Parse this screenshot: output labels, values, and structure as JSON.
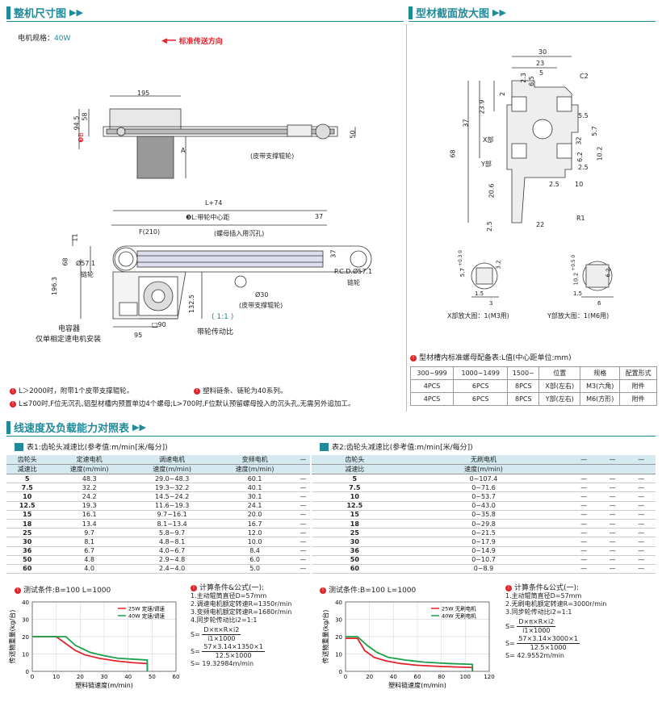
{
  "section1": {
    "title": "整机尺寸图"
  },
  "section2": {
    "title": "型材截面放大图"
  },
  "section3": {
    "title": "线速度及负载能力对照表"
  },
  "motor_spec": {
    "label": "电机规格：",
    "value": "40W"
  },
  "direction_label": "标准传送方向",
  "top_view": {
    "d195": "195",
    "d94_5": "94.5",
    "d58": "58",
    "b_label": "❸B",
    "d50": "50",
    "a_label": "A",
    "idler_label": "(皮带支撑辊轮)"
  },
  "side_view": {
    "l74": "L+74",
    "l_label": "❸L:带轮中心距",
    "d37a": "37",
    "d37b": "37",
    "f210": "F(210)",
    "screw_label": "(螺母插入用沉孔)",
    "d11": "11",
    "d68": "68",
    "d57": "Ø57.1",
    "wheel1": "链轮",
    "d196": "196.3",
    "pcd": "P.C.D.Ø57.1",
    "wheel2": "链轮",
    "d30": "Ø30",
    "idler2": "(皮带支撑辊轮)",
    "d132": "132.5",
    "d90": "□90",
    "d95": "95",
    "ratio": "( 1:1 )",
    "ratio_label": "带轮传动比",
    "cap_label": "电容器",
    "cap_note": "仅单相定速电机安装"
  },
  "notes": {
    "n1": "L＞2000时，附带1个皮带支撑辊轮。",
    "n2": "塑料链条、链轮为40系列。",
    "n3": "L≤700时,F位无沉孔,铝型材槽内预置单边4个螺母;L>700时,F位默认预留螺母投入的沉头孔,无需另外追加工。"
  },
  "profile": {
    "d30": "30",
    "d23": "23",
    "d5": "5",
    "d2_3": "2.3",
    "d6_5": "6.5",
    "c2": "C2",
    "d2": "2",
    "d23_9": "23.9",
    "d37": "37",
    "d68": "68",
    "d5_5": "5.5",
    "d5_7": "5.7",
    "d32": "32",
    "d10_2": "10.2",
    "d6_2": "6.2",
    "d2_5a": "2.5",
    "x_label": "X部",
    "y_label": "Y部",
    "d20_6": "20.6",
    "d2_5b": "2.5",
    "d10": "10",
    "d2_5c": "2.5",
    "d22": "22",
    "r1": "R1"
  },
  "xdetail": {
    "d5_7": "5.7",
    "tol": "+0.3 0",
    "d3_2": "3.2",
    "d1_5": "1.5",
    "d3": "3",
    "caption": "X部放大图：1(M3用)"
  },
  "ydetail": {
    "d10_2": "10.2",
    "tol": "+0.5 0",
    "d6_2": "6.2",
    "d1_5": "1.5",
    "d6": "6",
    "caption": "Y部放大图：1(M6用)"
  },
  "nut_table": {
    "title": "型材槽内标准螺母配备表:L值(中心距单位:mm)",
    "headers": [
      "300~999",
      "1000~1499",
      "1500~",
      "位置",
      "规格",
      "配置形式"
    ],
    "rows": [
      [
        "4PCS",
        "6PCS",
        "8PCS",
        "X部(左右)",
        "M3(六角)",
        "附件"
      ],
      [
        "4PCS",
        "6PCS",
        "8PCS",
        "Y部(左右)",
        "M6(方形)",
        "附件"
      ]
    ]
  },
  "table1": {
    "title": "表1:齿轮头减速比(参考值:m/min[米/每分])",
    "h1": [
      "齿轮头",
      "定速电机",
      "调速电机",
      "变频电机",
      "—"
    ],
    "h2": [
      "减速比",
      "速度(m/min)",
      "速度(m/min)",
      "速度(m/min)",
      ""
    ],
    "rows": [
      [
        "5",
        "48.3",
        "29.0~48.3",
        "60.1",
        "—"
      ],
      [
        "7.5",
        "32.2",
        "19.3~32.2",
        "40.1",
        "—"
      ],
      [
        "10",
        "24.2",
        "14.5~24.2",
        "30.1",
        "—"
      ],
      [
        "12.5",
        "19.3",
        "11.6~19.3",
        "24.1",
        "—"
      ],
      [
        "15",
        "16.1",
        "9.7~16.1",
        "20.0",
        "—"
      ],
      [
        "18",
        "13.4",
        "8.1~13.4",
        "16.7",
        "—"
      ],
      [
        "25",
        "9.7",
        "5.8~9.7",
        "12.0",
        "—"
      ],
      [
        "30",
        "8.1",
        "4.8~8.1",
        "10.0",
        "—"
      ],
      [
        "36",
        "6.7",
        "4.0~6.7",
        "8.4",
        "—"
      ],
      [
        "50",
        "4.8",
        "2.9~4.8",
        "6.0",
        "—"
      ],
      [
        "60",
        "4.0",
        "2.4~4.0",
        "5.0",
        "—"
      ]
    ]
  },
  "table2": {
    "title": "表2:齿轮头减速比(参考值:m/min[米/每分])",
    "h1": [
      "齿轮头",
      "无刷电机",
      "—",
      "—",
      "—"
    ],
    "h2": [
      "减速比",
      "速度(m/min)",
      "",
      "",
      ""
    ],
    "rows": [
      [
        "5",
        "0~107.4",
        "—",
        "—",
        "—"
      ],
      [
        "7.5",
        "0~71.6",
        "—",
        "—",
        "—"
      ],
      [
        "10",
        "0~53.7",
        "—",
        "—",
        "—"
      ],
      [
        "12.5",
        "0~43.0",
        "—",
        "—",
        "—"
      ],
      [
        "15",
        "0~35.8",
        "—",
        "—",
        "—"
      ],
      [
        "18",
        "0~29.8",
        "—",
        "—",
        "—"
      ],
      [
        "25",
        "0~21.5",
        "—",
        "—",
        "—"
      ],
      [
        "30",
        "0~17.9",
        "—",
        "—",
        "—"
      ],
      [
        "36",
        "0~14.9",
        "—",
        "—",
        "—"
      ],
      [
        "50",
        "0~10.7",
        "—",
        "—",
        "—"
      ],
      [
        "60",
        "0~8.9",
        "—",
        "—",
        "—"
      ]
    ]
  },
  "test1": {
    "label": "测试条件:B=100   L=1000"
  },
  "test2": {
    "label": "测试条件:B=100   L=1000"
  },
  "formula1": {
    "title": "计算条件&公式(一):",
    "l1": "1.主动辊筒直径D=57mm",
    "l2": "2.调速电机额定转速R=1350r/min",
    "l3": "3.变频电机额定转速R=1680r/min",
    "l4": "4.同步轮传动比i2=1:1",
    "s": "S=",
    "num1": "D×π×R×i2",
    "den1": "i1×1000",
    "num2": "57×3.14×1350×1",
    "den2": "12.5×1000",
    "result": "S= 19.32984m/min"
  },
  "formula2": {
    "title": "计算条件&公式(一):",
    "l1": "1.主动辊筒直径D=57mm",
    "l2": "2.无刷电机额定转速R=3000r/min",
    "l3": "3.同步轮传动比i2=1:1",
    "s": "S=",
    "num1": "D×π×R×i2",
    "den1": "i1×1000",
    "num2": "57×3.14×3000×1",
    "den2": "12.5×1000",
    "result": "S= 42.9552m/min"
  },
  "chart_data": [
    {
      "type": "line",
      "xlabel": "塑料链速度(m/min)",
      "ylabel": "传送物重量(kg/台)",
      "xlim": [
        0,
        60
      ],
      "ylim": [
        0,
        40
      ],
      "xticks": [
        0,
        10,
        20,
        30,
        40,
        50,
        60
      ],
      "yticks": [
        0,
        10,
        20,
        30,
        40
      ],
      "legend_position": "top-right",
      "series": [
        {
          "name": "25W 定速/调速",
          "color": "#e0242c",
          "x": [
            0,
            10,
            14,
            18,
            22,
            28,
            35,
            42,
            48,
            48
          ],
          "y": [
            20,
            20,
            16,
            12,
            9.5,
            7.5,
            6,
            5,
            4.5,
            0
          ]
        },
        {
          "name": "40W 定速/调速",
          "color": "#1aa04a",
          "x": [
            0,
            10,
            14,
            18,
            24,
            30,
            36,
            42,
            48,
            48
          ],
          "y": [
            20,
            20,
            20,
            15,
            11,
            9,
            7.5,
            7,
            6.5,
            0
          ]
        }
      ]
    },
    {
      "type": "line",
      "xlabel": "塑料链速度(m/min)",
      "ylabel": "传送物重量(kg/台)",
      "xlim": [
        0,
        120
      ],
      "ylim": [
        0,
        40
      ],
      "xticks": [
        0,
        20,
        40,
        60,
        80,
        100,
        120
      ],
      "yticks": [
        0,
        10,
        20,
        30,
        40
      ],
      "legend_position": "top-right",
      "series": [
        {
          "name": "25W 无刷电机",
          "color": "#e0242c",
          "x": [
            0,
            10,
            16,
            24,
            34,
            46,
            60,
            80,
            106,
            106
          ],
          "y": [
            19,
            19,
            12,
            8,
            6,
            4.5,
            3.5,
            2.8,
            2.2,
            0
          ]
        },
        {
          "name": "40W 无刷电机",
          "color": "#1aa04a",
          "x": [
            0,
            10,
            18,
            26,
            36,
            50,
            66,
            86,
            106,
            106
          ],
          "y": [
            20,
            20,
            15,
            11,
            8,
            6.5,
            5.3,
            4.5,
            4,
            0
          ]
        }
      ]
    }
  ]
}
